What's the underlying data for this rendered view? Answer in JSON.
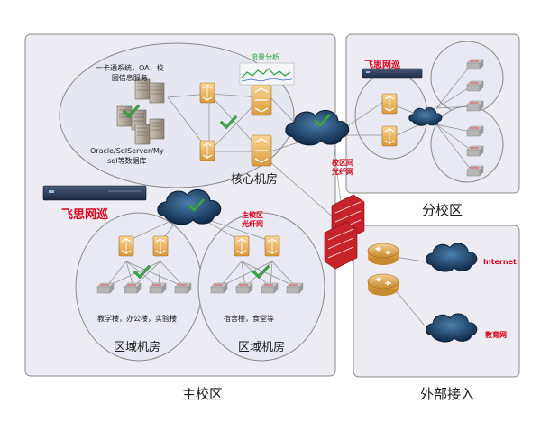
{
  "labels": {
    "servers_services": "一卡通系统，OA，校\n园信息服务",
    "database": "Oracle/SqlServer/My\nsql等数据库",
    "traffic_analysis": "流量分析",
    "core_room": "核心机房",
    "campus_fiber": "校区间\n光纤网",
    "main_campus_fiber": "主校区\n光纤网",
    "brand_main": "飞思网巡",
    "brand_branch": "飞思网巡",
    "branch_campus": "分校区",
    "teaching_buildings": "教学楼，办公楼，实验楼",
    "dorm_buildings": "宿舍楼，食堂等",
    "region_room_1": "区域机房",
    "region_room_2": "区域机房",
    "main_campus": "主校区",
    "internet": "Internet",
    "edu_net": "教育网",
    "external_access": "外部接入"
  },
  "colors": {
    "panel_border": "#8a8a8a",
    "panel_fill": "#ececf2",
    "cloud_fill": "#1b3f66",
    "switch_fill": "#f2b75e",
    "router_fill": "#e4b35a",
    "check_green": "#3da548",
    "firewall_red": "#c8222b",
    "brand_red": "#d9001b"
  },
  "icons": [
    "server-icon",
    "core-switch-icon",
    "router-icon",
    "access-switch-icon",
    "cloud-icon",
    "firewall-icon",
    "check-icon",
    "monitor-appliance-icon"
  ]
}
